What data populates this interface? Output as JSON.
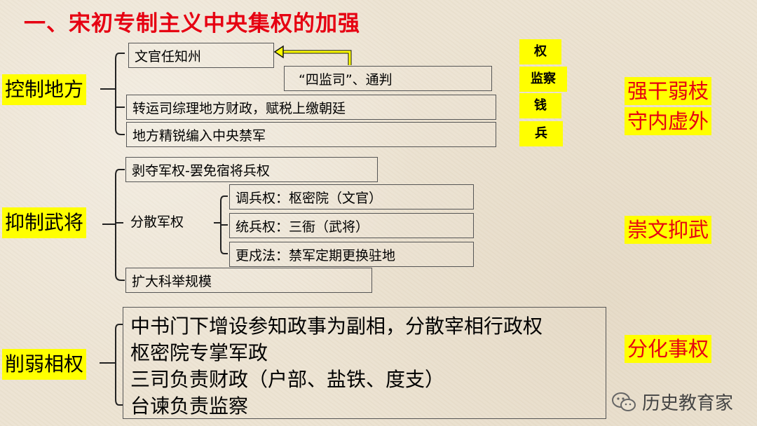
{
  "title": "一、宋初专制主义中央集权的加强",
  "categories": {
    "control_local": "控制地方",
    "suppress_generals": "抑制武将",
    "weaken_chancellor": "削弱相权"
  },
  "control_local_items": {
    "civil_prefect": "文官任知州",
    "supervisors": "“四监司”、通判",
    "transport_office": "转运司综理地方财政，赋税上缴朝廷",
    "elite_troops": "地方精锐编入中央禁军"
  },
  "power_tags": [
    "权",
    "监察",
    "钱",
    "兵"
  ],
  "suppress_items": {
    "strip_power": "剥夺军权-罢免宿将兵权",
    "disperse": "分散军权",
    "dispatch": "调兵权：枢密院（文官）",
    "command": "统兵权：三衙（武将）",
    "rotation": "更戍法：禁军定期更换驻地",
    "exam": "扩大科举规模"
  },
  "chancellor_items": [
    "中书门下增设参知政事为副相，分散宰相行政权",
    "枢密院专掌军政",
    "三司负责财政（户部、盐铁、度支）",
    "台谏负责监察"
  ],
  "right_labels": {
    "line1": "强干弱枝",
    "line2": "守内虚外",
    "line3": "崇文抑武",
    "line4": "分化事权"
  },
  "watermark": "历史教育家"
}
